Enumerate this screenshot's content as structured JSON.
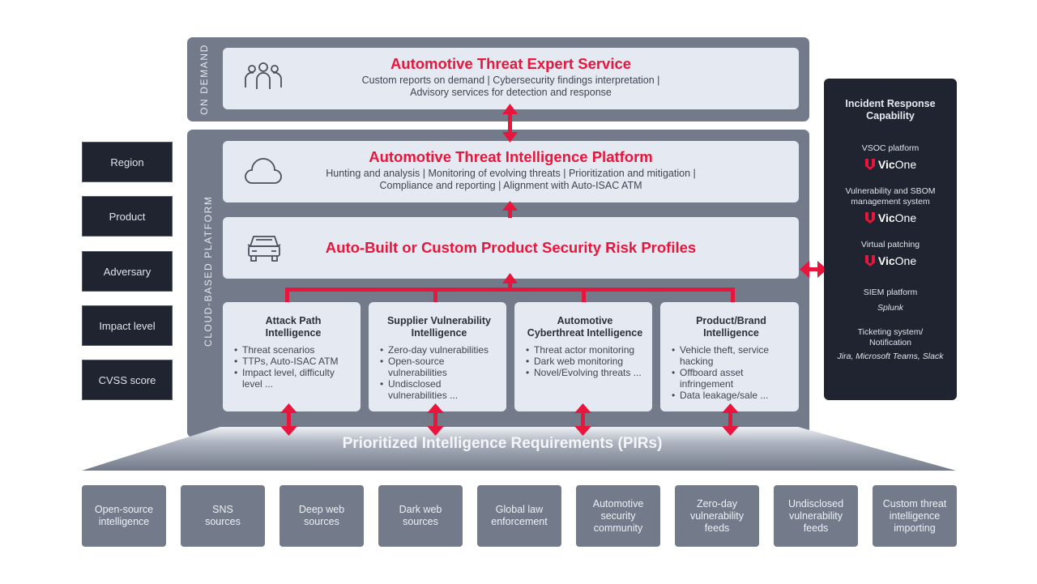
{
  "colors": {
    "accent_red": "#e8153c",
    "panel_gray": "#737b8a",
    "card_light": "#e5eaf2",
    "dark_navy": "#1f2430"
  },
  "side_labels": {
    "on_demand": "ON DEMAND",
    "cloud_platform": "CLOUD-BASED PLATFORM"
  },
  "expert_service": {
    "icon": "people-group-icon",
    "title": "Automotive Threat Expert Service",
    "line1": "Custom reports on demand | Cybersecurity findings interpretation |",
    "line2": "Advisory services for detection and response"
  },
  "intel_platform": {
    "icon": "cloud-icon",
    "title": "Automotive Threat Intelligence Platform",
    "line1": "Hunting and analysis | Monitoring of evolving threats | Prioritization and mitigation |",
    "line2": "Compliance and reporting | Alignment with Auto-ISAC ATM"
  },
  "risk_profiles": {
    "icon": "car-icon",
    "title": "Auto-Built or Custom Product Security Risk Profiles"
  },
  "intel_cards": [
    {
      "title_line1": "Attack Path",
      "title_line2": "Intelligence",
      "bullets": [
        "Threat scenarios",
        "TTPs, Auto-ISAC ATM",
        "Impact level, difficulty level ..."
      ]
    },
    {
      "title_line1": "Supplier Vulnerability",
      "title_line2": "Intelligence",
      "bullets": [
        "Zero-day vulnerabilities",
        "Open-source vulnerabilities",
        "Undisclosed vulnerabilities ..."
      ]
    },
    {
      "title_line1": "Automotive",
      "title_line2": "Cyberthreat Intelligence",
      "bullets": [
        "Threat actor monitoring",
        "Dark web monitoring",
        "Novel/Evolving threats ..."
      ]
    },
    {
      "title_line1": "Product/Brand",
      "title_line2": "Intelligence",
      "bullets": [
        "Vehicle theft, service hacking",
        "Offboard asset infringement",
        "Data leakage/sale ..."
      ]
    }
  ],
  "filters": [
    "Region",
    "Product",
    "Adversary",
    "Impact level",
    "CVSS score"
  ],
  "incident_response": {
    "title_line1": "Incident Response",
    "title_line2": "Capability",
    "brand": {
      "prefix": "Vic",
      "suffix": "One"
    },
    "items": [
      {
        "label_line1": "VSOC platform",
        "label_line2": "",
        "value_type": "logo",
        "value": ""
      },
      {
        "label_line1": "Vulnerability and SBOM",
        "label_line2": "management system",
        "value_type": "logo",
        "value": ""
      },
      {
        "label_line1": "Virtual patching",
        "label_line2": "",
        "value_type": "logo",
        "value": ""
      },
      {
        "label_line1": "SIEM platform",
        "label_line2": "",
        "value_type": "text",
        "value": "Splunk"
      },
      {
        "label_line1": "Ticketing system/",
        "label_line2": "Notification",
        "value_type": "text",
        "value": "Jira, Microsoft Teams, Slack"
      }
    ]
  },
  "pir": {
    "title": "Prioritized Intelligence Requirements (PIRs)"
  },
  "sources": [
    {
      "line1": "Open-source",
      "line2": "intelligence",
      "line3": ""
    },
    {
      "line1": "SNS",
      "line2": "sources",
      "line3": ""
    },
    {
      "line1": "Deep web",
      "line2": "sources",
      "line3": ""
    },
    {
      "line1": "Dark web",
      "line2": "sources",
      "line3": ""
    },
    {
      "line1": "Global law",
      "line2": "enforcement",
      "line3": ""
    },
    {
      "line1": "Automotive",
      "line2": "security",
      "line3": "community"
    },
    {
      "line1": "Zero-day",
      "line2": "vulnerability",
      "line3": "feeds"
    },
    {
      "line1": "Undisclosed",
      "line2": "vulnerability",
      "line3": "feeds"
    },
    {
      "line1": "Custom threat",
      "line2": "intelligence",
      "line3": "importing"
    }
  ]
}
